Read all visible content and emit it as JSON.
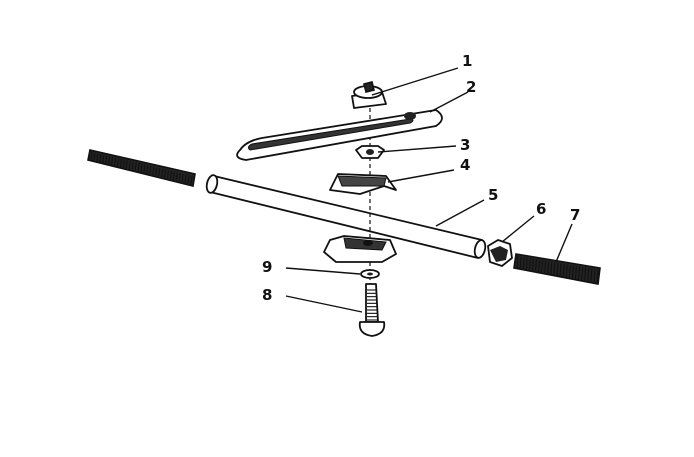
{
  "diagram": {
    "callouts": [
      "1",
      "2",
      "3",
      "4",
      "5",
      "6",
      "7",
      "8",
      "9"
    ],
    "parts": [
      "wing-nut",
      "slotted-bar",
      "hex-nut-small",
      "upper-clamp",
      "rod",
      "hex-nut-large",
      "threaded-stud-right",
      "bolt",
      "lock-washer",
      "threaded-stud-left",
      "lower-clamp"
    ]
  }
}
